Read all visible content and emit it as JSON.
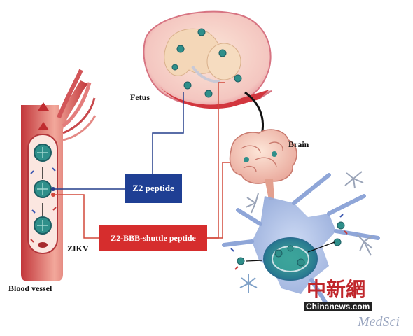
{
  "labels": {
    "fetus": "Fetus",
    "brain": "Brain",
    "zikv": "ZIKV",
    "blood_vessel": "Blood vessel"
  },
  "boxes": {
    "z2_peptide": "Z2 peptide",
    "z2_bbb": "Z2-BBB-shuttle peptide"
  },
  "watermarks": {
    "chinese": "中新網",
    "site": "Chinanews.com",
    "medsci": "MedSci"
  },
  "colors": {
    "blue_box": "#1f3f94",
    "red_box": "#d62d2d",
    "blue_line": "#243f8c",
    "red_line": "#d2483a"
  }
}
